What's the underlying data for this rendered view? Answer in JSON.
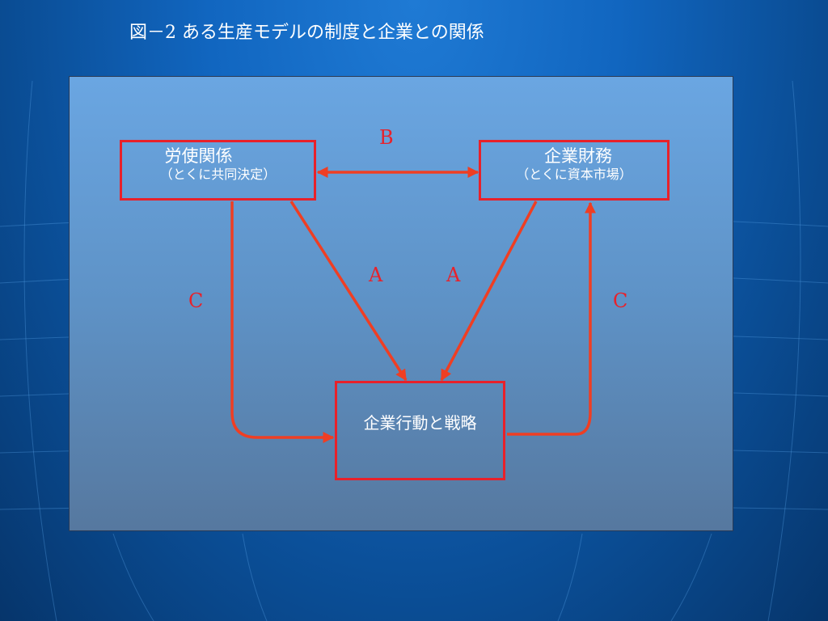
{
  "slide": {
    "title": "図－2 ある生産モデルの制度と企業との関係"
  },
  "nodes": {
    "labor": {
      "title": "労使関係",
      "subtitle": "（とくに共同決定）"
    },
    "finance": {
      "title": "企業財務",
      "subtitle": "（とくに資本市場）"
    },
    "strategy": {
      "title": "企業行動と戦略"
    }
  },
  "edges": {
    "b_label": "B",
    "a_left_label": "A",
    "a_right_label": "A",
    "c_left_label": "C",
    "c_right_label": "C"
  },
  "colors": {
    "arrow": "#ef3e23",
    "node_border": "#e8212a",
    "label": "#e8212a"
  }
}
